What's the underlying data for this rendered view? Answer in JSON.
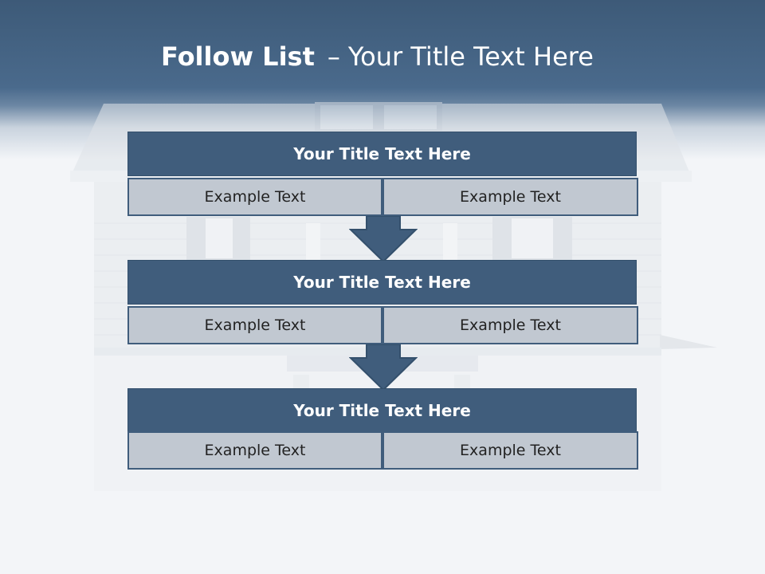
{
  "slide": {
    "title_bold": "Follow List",
    "title_dash": "–",
    "title_rest": "Your Title Text Here"
  },
  "steps": [
    {
      "title": "Your Title Text Here",
      "left_text": "Example Text",
      "right_text": "Example Text"
    },
    {
      "title": "Your Title Text Here",
      "left_text": "Example Text",
      "right_text": "Example Text"
    },
    {
      "title": "Your Title Text Here",
      "left_text": "Example Text",
      "right_text": "Example Text"
    }
  ],
  "colors": {
    "header": "#405d7c",
    "cell": "#c1c8d1",
    "arrow": "#405d7c"
  },
  "icons": [
    "down-arrow-icon",
    "down-arrow-icon"
  ]
}
